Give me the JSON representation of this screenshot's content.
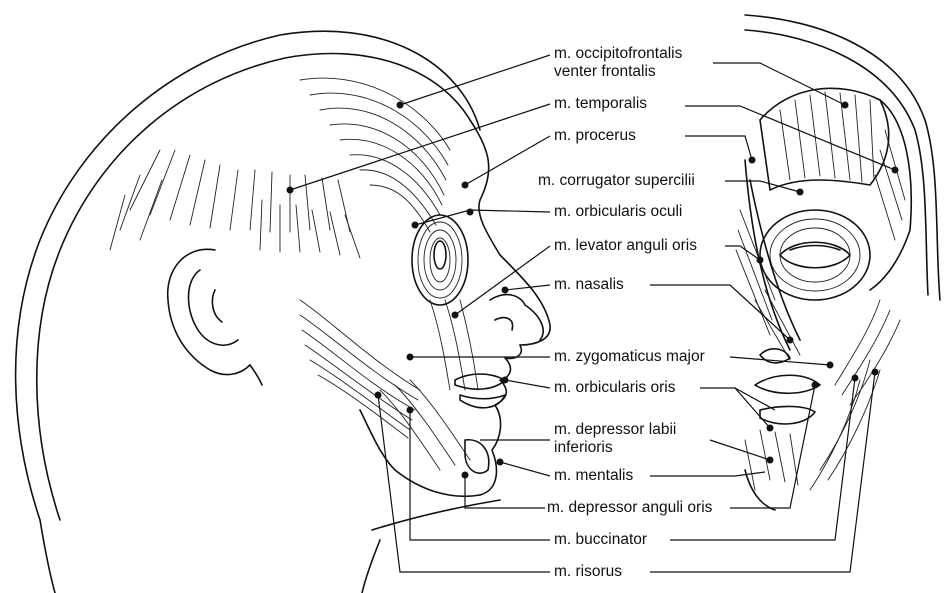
{
  "labels": {
    "occipitofrontalis_line1": "m. occipitofrontalis",
    "occipitofrontalis_line2": "venter frontalis",
    "temporalis": "m. temporalis",
    "procerus": "m. procerus",
    "corrugator": "m. corrugator supercilii",
    "orbicularis_oculi": "m. orbicularis oculi",
    "levator_anguli_oris": "m. levator anguli oris",
    "nasalis": "m. nasalis",
    "zygomaticus_major": "m. zygomaticus major",
    "orbicularis_oris": "m. orbicularis oris",
    "depressor_labii_line1": "m. depressor labii",
    "depressor_labii_line2": "inferioris",
    "mentalis": "m. mentalis",
    "depressor_anguli_oris": "m. depressor anguli oris",
    "buccinator": "m. buccinator",
    "risorus": "m. risorus"
  }
}
